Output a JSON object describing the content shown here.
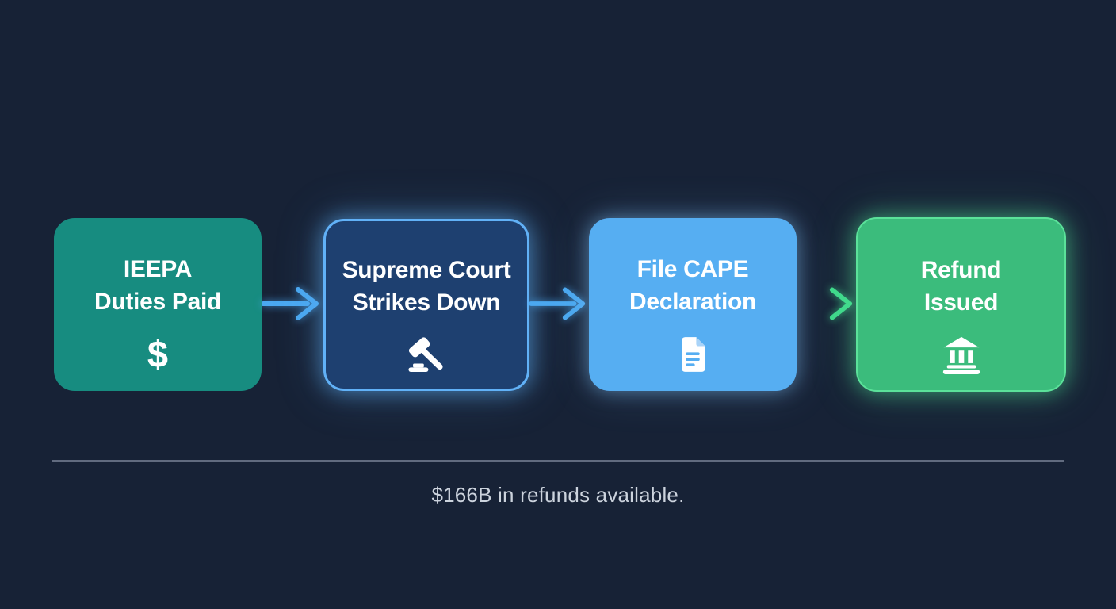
{
  "canvas": {
    "background_color": "#172236"
  },
  "flow": {
    "steps": [
      {
        "title_line1": "IEEPA",
        "title_line2": "Duties Paid",
        "icon": "dollar-sign-icon",
        "icon_glyph": "$",
        "fill_color": "#178C80",
        "text_color": "#FFFFFF"
      },
      {
        "title_line1": "Supreme Court",
        "title_line2": "Strikes Down",
        "icon": "gavel-icon",
        "fill_color": "#1E4070",
        "border_color": "#61B1F7",
        "glow_color": "#5FB0F7",
        "text_color": "#FFFFFF"
      },
      {
        "title_line1": "File CAPE",
        "title_line2": "Declaration",
        "icon": "document-icon",
        "fill_color": "#56AEF2",
        "glow_color": "#82C4FA",
        "text_color": "#FFFFFF"
      },
      {
        "title_line1": "Refund",
        "title_line2": "Issued",
        "icon": "bank-icon",
        "fill_color": "#3BBC7C",
        "border_color": "#5BE29A",
        "glow_color": "#50E196",
        "text_color": "#FFFFFF"
      }
    ],
    "connectors": [
      {
        "color": "#4BA8F0"
      },
      {
        "color": "#4BA8F0"
      },
      {
        "color_start": "#45C2AE",
        "color_end": "#40DA8C"
      }
    ]
  },
  "footer": {
    "caption": "$166B in refunds available.",
    "text_color": "#CCD3DD",
    "divider_color": "#7B8498"
  }
}
